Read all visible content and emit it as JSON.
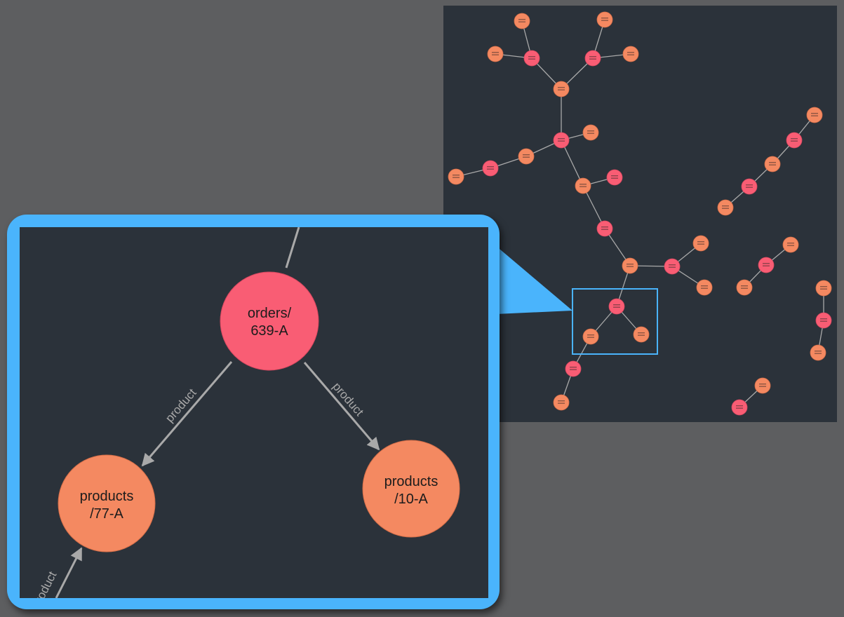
{
  "colors": {
    "background": "#5d5e60",
    "canvas": "#2b323a",
    "order_node": "#f95d74",
    "product_node": "#f48961",
    "edge": "#a9a9a9",
    "highlight": "#4ab4fc"
  },
  "zoom": {
    "order_node": {
      "line1": "orders/",
      "line2": "639-A"
    },
    "product_left": {
      "line1": "products",
      "line2": "/77-A"
    },
    "product_right": {
      "line1": "products",
      "line2": "/10-A"
    },
    "edge_left_label": "product",
    "edge_right_label": "product",
    "edge_bottom_label": "product"
  }
}
